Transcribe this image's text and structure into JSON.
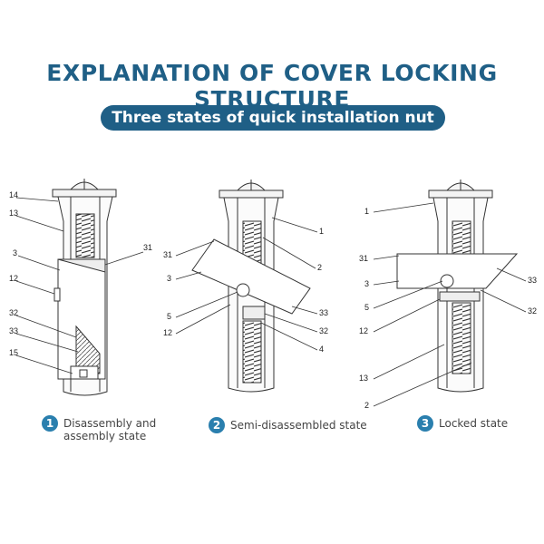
{
  "header": {
    "title": "EXPLANATION OF COVER LOCKING STRUCTURE",
    "subtitle": "Three states of quick installation nut"
  },
  "states": [
    {
      "number": "1",
      "label_line1": "Disassembly and",
      "label_line2": "assembly state"
    },
    {
      "number": "2",
      "label_line1": "Semi-disassembled state",
      "label_line2": ""
    },
    {
      "number": "3",
      "label_line1": "Locked state",
      "label_line2": ""
    }
  ],
  "figure1": {
    "labels": [
      "14",
      "13",
      "3",
      "31",
      "12",
      "32",
      "33",
      "15"
    ]
  },
  "figure2": {
    "labels": [
      "1",
      "31",
      "2",
      "3",
      "5",
      "33",
      "12",
      "32",
      "4"
    ]
  },
  "figure3": {
    "labels": [
      "1",
      "31",
      "3",
      "33",
      "5",
      "32",
      "12",
      "13",
      "2"
    ]
  },
  "colors": {
    "accent": "#1f5f86",
    "badge": "#2a7fae",
    "line": "#333333"
  }
}
